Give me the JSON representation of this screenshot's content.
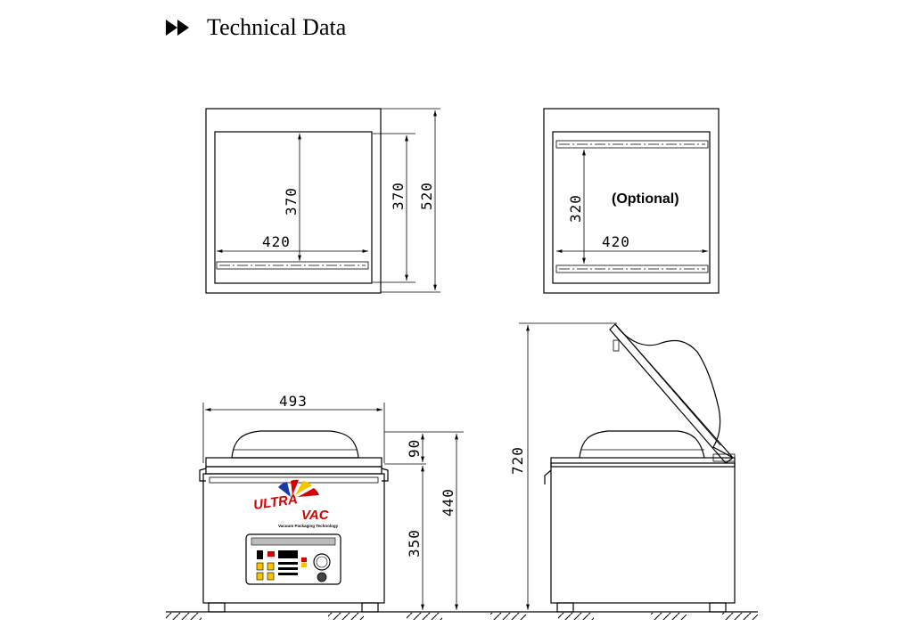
{
  "header": {
    "title": "Technical Data",
    "icon": "play-arrow-icon"
  },
  "dimensions": {
    "chamber_depth_inner": "370",
    "chamber_width": "420",
    "depth_dim": "370",
    "overall_depth": "520",
    "optional_depth": "320",
    "optional_width": "420",
    "optional_label": "(Optional)",
    "overall_width": "493",
    "lid_height": "90",
    "body_height": "350",
    "closed_height": "440",
    "open_height": "720"
  },
  "logo": {
    "line1": "ULTRA",
    "line2": "VAC",
    "tagline": "Vacuum Packaging Technology"
  },
  "colors": {
    "logo_red": "#d40000",
    "logo_blue": "#1a3aa8",
    "logo_yellow": "#f5c400",
    "line": "#000000"
  }
}
